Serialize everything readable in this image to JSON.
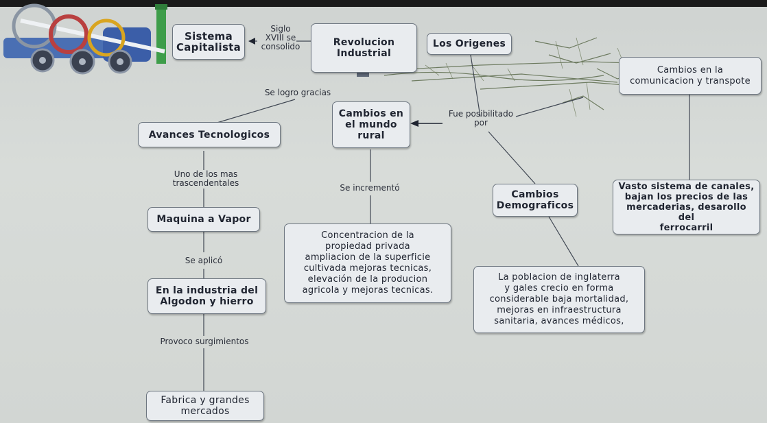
{
  "nodes": {
    "sistema": "Sistema\nCapitalista",
    "revolucion": "Revolucion\nIndustrial",
    "origenes": "Los Origenes",
    "comunicacion": "Cambios en la\ncomunicacion y transpote",
    "avances": "Avances Tecnologicos",
    "mundo_rural": "Cambios en\nel mundo\nrural",
    "demograficos": "Cambios\nDemograficos",
    "canales": "Vasto sistema de canales,\nbajan los precios de las\nmercaderias, desarollo del\nferrocarril",
    "maquina": "Maquina a Vapor",
    "concentracion": "Concentracion de la\npropiedad privada\nampliacion de la superficie\ncultivada mejoras tecnicas,\nelevación de la producion\nagricola y mejoras tecnicas.",
    "poblacion": "La poblacion de inglaterra\ny gales crecio en forma\nconsiderable baja mortalidad,\nmejoras en infraestructura\nsanitaria, avances médicos,",
    "industria": "En la industria del\nAlgodon y hierro",
    "fabrica": "Fabrica y grandes\nmercados"
  },
  "labels": {
    "siglo": "Siglo\nXVIII se\nconsolido",
    "se_logro": "Se logro gracias",
    "fue_posibilitado": "Fue posibilitado\npor",
    "uno_de": "Uno de los mas\ntrascendentales",
    "se_incremento": "Se incrementó",
    "se_aplico": "Se aplicó",
    "provoco": "Provoco surgimientos"
  }
}
